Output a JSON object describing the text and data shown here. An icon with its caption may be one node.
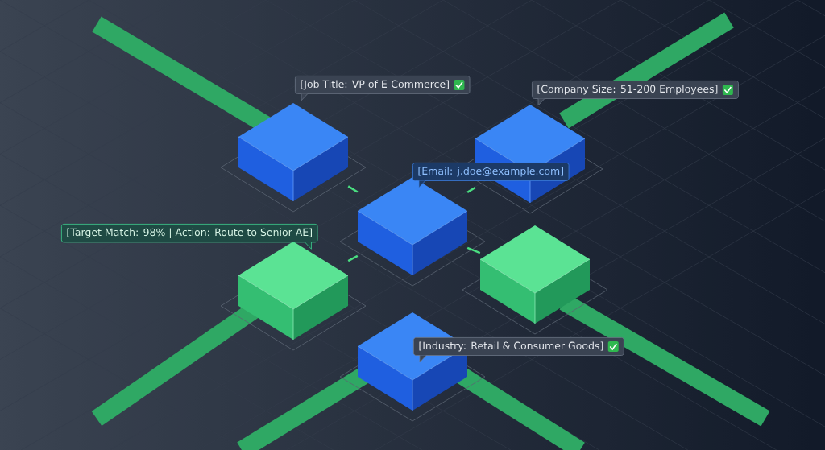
{
  "diagram": {
    "nodes": [
      {
        "text": [
          "[Job Title: VP of E-Commerce]"
        ]
      },
      {
        "text": [
          "[Company Size: 51-200 Employees]"
        ]
      },
      {
        "text": [
          "[Email: j.doe@example.com]"
        ]
      },
      {
        "text": [
          "[Target Match: 98% | Action: Route to Senior AE]"
        ]
      },
      {
        "text": [],
        "shape": "box"
      },
      {
        "text": [
          "[Industry: Retail & Consumer Goods]"
        ]
      }
    ],
    "edges": [
      {
        "from": 2,
        "to": 0,
        "arrow": "none"
      },
      {
        "from": 2,
        "to": 1,
        "arrow": "none"
      },
      {
        "from": 2,
        "to": 3,
        "arrow": "none"
      },
      {
        "from": 2,
        "to": 4,
        "arrow": "none"
      }
    ]
  }
}
